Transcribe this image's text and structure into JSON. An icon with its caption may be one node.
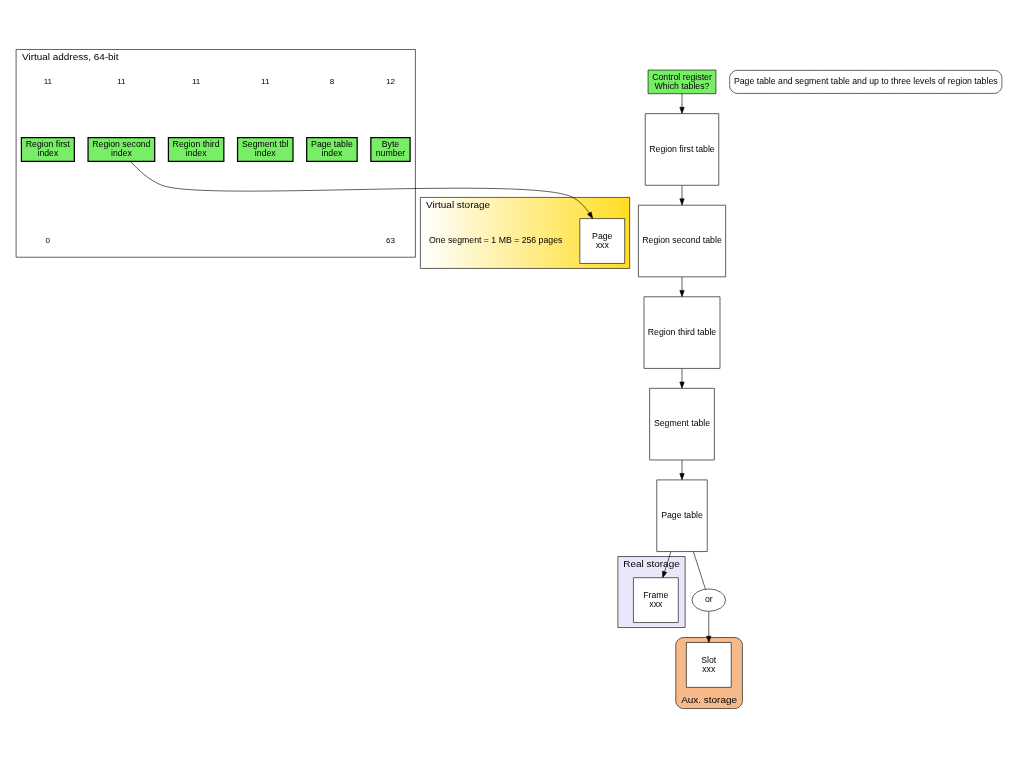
{
  "diagram": {
    "nodes": [
      {
        "text": [
          "Virtual address, 64-bit"
        ]
      },
      {
        "text": [
          "Region first",
          "index"
        ],
        "in": 0
      },
      {
        "text": [
          "Region second",
          "index"
        ],
        "in": 0
      },
      {
        "text": [
          "Region third",
          "index"
        ],
        "in": 0
      },
      {
        "text": [
          "Segment tbl",
          "index"
        ],
        "in": 0
      },
      {
        "text": [
          "Page table",
          "index"
        ],
        "in": 0
      },
      {
        "text": [
          "Byte",
          "number"
        ],
        "in": 0
      },
      {
        "text": [
          "Virtual storage"
        ]
      },
      {
        "text": [
          "Page",
          "xxx"
        ],
        "in": 7
      },
      {
        "text": [
          "One segment = 1 MB = 256 pages"
        ],
        "in": 7
      },
      {
        "text": [
          "Control register",
          "Which tables?"
        ]
      },
      {
        "text": [
          "Region first table"
        ]
      },
      {
        "text": [
          "Region second table"
        ]
      },
      {
        "text": [
          "Region third table"
        ]
      },
      {
        "text": [
          "Segment table"
        ]
      },
      {
        "text": [
          "Page table"
        ]
      },
      {
        "text": [
          "Real storage"
        ]
      },
      {
        "text": [
          "Frame",
          "xxx"
        ],
        "in": 16
      },
      {
        "text": [
          "Page table and segment table and up to three levels of region tables"
        ]
      },
      {
        "text": [
          "or"
        ]
      },
      {
        "text": [
          "Aux. storage"
        ]
      },
      {
        "text": [
          "Slot",
          "xxx"
        ],
        "in": 20
      }
    ],
    "edges": [
      {
        "from": 2,
        "to": 8,
        "arrow": "to"
      },
      {
        "from": 10,
        "to": 11,
        "arrow": "to"
      },
      {
        "from": 11,
        "to": 12,
        "arrow": "to"
      },
      {
        "from": 12,
        "to": 13,
        "arrow": "to"
      },
      {
        "from": 13,
        "to": 14,
        "arrow": "to"
      },
      {
        "from": 14,
        "to": 15,
        "arrow": "to"
      },
      {
        "from": 15,
        "to": 17,
        "arrow": "to"
      },
      {
        "from": 15,
        "to": 19,
        "arrow": "none"
      },
      {
        "from": 19,
        "to": 21,
        "arrow": "to"
      }
    ],
    "labels": [
      "11",
      "11",
      "11",
      "11",
      "8",
      "12",
      "0",
      "63"
    ]
  }
}
